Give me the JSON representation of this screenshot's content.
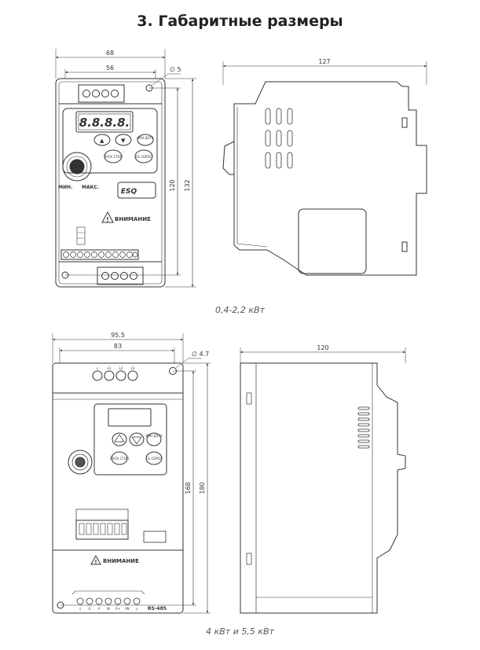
{
  "page": {
    "title": "3. Габаритные размеры"
  },
  "drawing_a": {
    "caption": "0,4-2,2 кВт",
    "dim_width_outer": "68",
    "dim_width_inner": "56",
    "dim_hole": "∅ 5",
    "dim_depth": "127",
    "dim_height_inner": "120",
    "dim_height_outer": "132",
    "display_digits": "8.8.8.8.",
    "knob_min": "МИН.",
    "knob_max": "МАКС.",
    "brand": "ESQ",
    "warning": "ВНИМАНИЕ",
    "btn_run": "ПУСК СТОП",
    "btn_reset": "СБ СБРОС",
    "btn_func": "ФУН ДАТА"
  },
  "drawing_b": {
    "caption": "4 кВт и 5,5 кВт",
    "dim_width_outer": "95.5",
    "dim_width_inner": "83",
    "dim_hole": "∅ 4.7",
    "dim_depth": "120",
    "dim_height_inner": "168",
    "dim_height_outer": "180",
    "warning": "ВНИМАНИЕ",
    "rs485": "RS-485",
    "btn_run": "ПУСК СТОП",
    "btn_reset": "СБ СБРОС",
    "btn_func": "ФУН ДАТА",
    "top_terminals": [
      "⏚",
      "L1",
      "L2",
      "L3"
    ],
    "bottom_terminals": [
      "⏚",
      "U",
      "V",
      "W",
      "P+",
      "PB",
      "⏚"
    ]
  }
}
